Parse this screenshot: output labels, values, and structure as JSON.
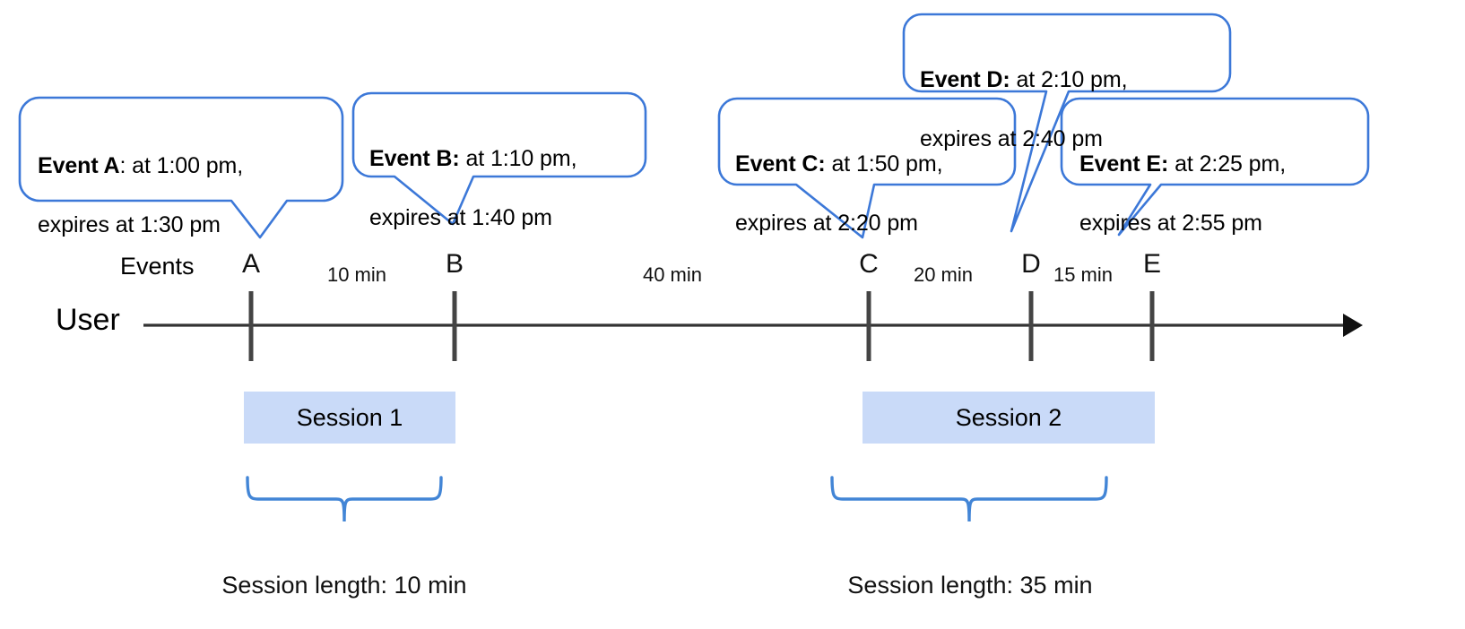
{
  "diagram": {
    "title": "User session timeline with events and expiry",
    "colors": {
      "callout_stroke": "#3c78d8",
      "brace_stroke": "#4285d6",
      "session_fill": "#c9daf8",
      "axis": "#333333",
      "text": "#000000"
    },
    "callouts": [
      {
        "id": "event-a",
        "bold": "Event A",
        "rest": ": at 1:00 pm,",
        "line2": "expires at 1:30 pm",
        "event": "A",
        "start_time": "1:00 pm",
        "expires_time": "1:30 pm"
      },
      {
        "id": "event-b",
        "bold": "Event B:",
        "rest": " at 1:10 pm,",
        "line2": "expires at 1:40 pm",
        "event": "B",
        "start_time": "1:10 pm",
        "expires_time": "1:40 pm"
      },
      {
        "id": "event-c",
        "bold": "Event C:",
        "rest": " at 1:50 pm,",
        "line2": "expires at 2:20 pm",
        "event": "C",
        "start_time": "1:50 pm",
        "expires_time": "2:20 pm"
      },
      {
        "id": "event-d",
        "bold": "Event D:",
        "rest": " at 2:10 pm,",
        "line2": "expires at 2:40 pm",
        "event": "D",
        "start_time": "2:10 pm",
        "expires_time": "2:40 pm"
      },
      {
        "id": "event-e",
        "bold": "Event E:",
        "rest": " at 2:25 pm,",
        "line2": "expires at 2:55 pm",
        "event": "E",
        "start_time": "2:25 pm",
        "expires_time": "2:55 pm"
      }
    ],
    "axis": {
      "row_label": "User",
      "events_label": "Events",
      "markers": [
        {
          "label": "A"
        },
        {
          "label": "B"
        },
        {
          "label": "C"
        },
        {
          "label": "D"
        },
        {
          "label": "E"
        }
      ],
      "intervals": [
        {
          "label": "10 min"
        },
        {
          "label": "40 min"
        },
        {
          "label": "20 min"
        },
        {
          "label": "15 min"
        }
      ]
    },
    "sessions": [
      {
        "label": "Session 1",
        "length_label": "Session length: 10 min"
      },
      {
        "label": "Session 2",
        "length_label": "Session length: 35 min"
      }
    ]
  }
}
